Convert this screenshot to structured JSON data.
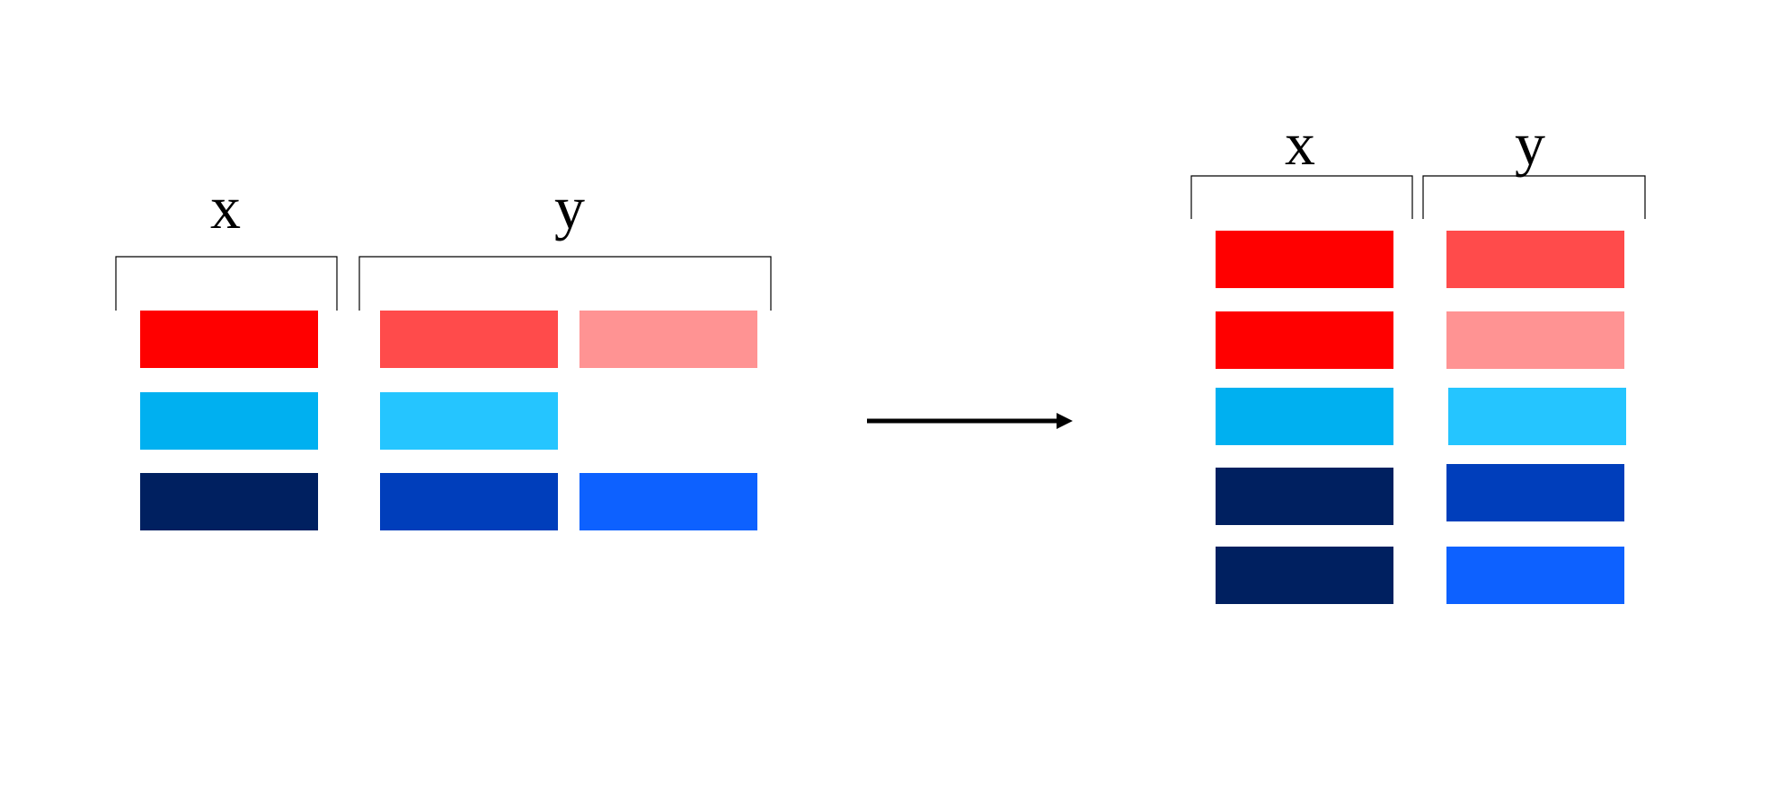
{
  "colors": {
    "red_dark": "#FF0000",
    "red_mid": "#FF4B4B",
    "red_light": "#FF9393",
    "cyan_dark": "#00B0F0",
    "cyan_light": "#25C5FF",
    "navy": "#002060",
    "blue_mid": "#003EBB",
    "blue_bright": "#0D61FF",
    "line": "#000000"
  },
  "left": {
    "x_label": "x",
    "y_label": "y",
    "rows": [
      {
        "x": "red_dark",
        "y1": "red_mid",
        "y2": "red_light"
      },
      {
        "x": "cyan_dark",
        "y1": "cyan_light",
        "y2": null
      },
      {
        "x": "navy",
        "y1": "blue_mid",
        "y2": "blue_bright"
      }
    ]
  },
  "right": {
    "x_label": "x",
    "y_label": "y",
    "rows": [
      {
        "x": "red_dark",
        "y": "red_mid"
      },
      {
        "x": "red_dark",
        "y": "red_light"
      },
      {
        "x": "cyan_dark",
        "y": "cyan_light"
      },
      {
        "x": "navy",
        "y": "blue_mid"
      },
      {
        "x": "navy",
        "y": "blue_bright"
      }
    ]
  }
}
